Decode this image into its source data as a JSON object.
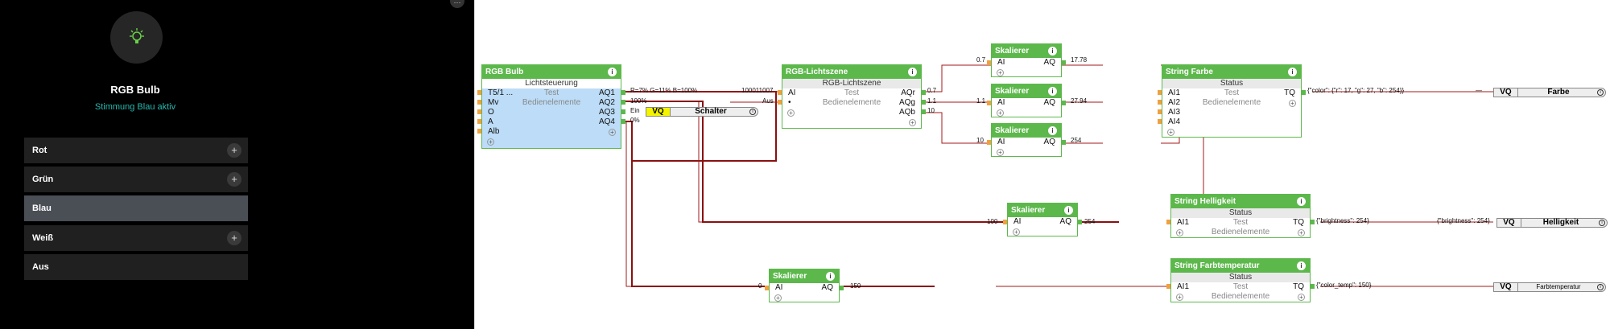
{
  "device": {
    "title": "RGB Bulb",
    "subtitle": "Stimmung Blau aktiv",
    "icon": "lightbulb-icon"
  },
  "menu": [
    {
      "label": "Rot",
      "plus": true
    },
    {
      "label": "Grün",
      "plus": true
    },
    {
      "label": "Blau",
      "plus": false,
      "active": true
    },
    {
      "label": "Weiß",
      "plus": true
    },
    {
      "label": "Aus",
      "plus": false
    }
  ],
  "more_icon": "⋯",
  "blocks": {
    "rgb_bulb": {
      "title": "RGB Bulb",
      "sub": "Lichtsteuerung",
      "inputs": [
        "T5/1 ...",
        "Mv",
        "O",
        "A",
        "Alb"
      ],
      "outputs": [
        "AQ1",
        "AQ2",
        "AQ3",
        "AQ4"
      ],
      "test": "Test",
      "bedien": "Bedienelemente"
    },
    "lichtszene": {
      "title": "RGB-Lichtszene",
      "sub": "RGB-Lichtszene",
      "in1": "AI",
      "in2": "•",
      "outputs": [
        "AQr",
        "AQg",
        "AQb"
      ],
      "test": "Test",
      "bedien": "Bedienelemente"
    },
    "skalierer": {
      "title": "Skalierer",
      "in": "AI",
      "out": "AQ"
    },
    "string_farbe": {
      "title": "String Farbe",
      "sub": "Status",
      "inputs": [
        "AI1",
        "AI2",
        "AI3",
        "AI4"
      ],
      "out": "TQ",
      "test": "Test",
      "bedien": "Bedienelemente"
    },
    "string_helligkeit": {
      "title": "String Helligkeit",
      "sub": "Status",
      "in": "AI1",
      "out": "TQ",
      "test": "Test",
      "bedien": "Bedienelemente"
    },
    "string_farbtemp": {
      "title": "String Farbtemperatur",
      "sub": "Status",
      "in": "AI1",
      "out": "TQ",
      "test": "Test",
      "bedien": "Bedienelemente"
    }
  },
  "vq": {
    "tag": "VQ",
    "schalter": "Schalter",
    "farbe": "Farbe",
    "helligkeit": "Helligkeit",
    "farbtemperatur": "Farbtemperatur"
  },
  "values": {
    "aq1": "R=7% G=11% B=100%",
    "aq2": "100%",
    "aq3": "Ein",
    "aq4": "0%",
    "szene_in": "100011007",
    "szene_in2": "Aus",
    "aqr": "0.7",
    "aqg": "1.1",
    "aqb": "10",
    "sk1_in": "0.7",
    "sk1_out": "17.78",
    "sk2_in": "1.1",
    "sk2_out": "27.94",
    "sk3_in": "10",
    "sk3_out": "254",
    "sk4_in": "100",
    "sk4_out": "254",
    "sk5_in": "0",
    "sk5_out": "150",
    "farbe_out": "{\"color\": {\"r\": 17, \"g\": 27, \"b\": 254}}",
    "farbe_far": "—",
    "hell_out": "{\"brightness\": 254}",
    "hell_far": "{\"brightness\": 254}",
    "temp_out": "{\"color_temp\": 150}"
  }
}
